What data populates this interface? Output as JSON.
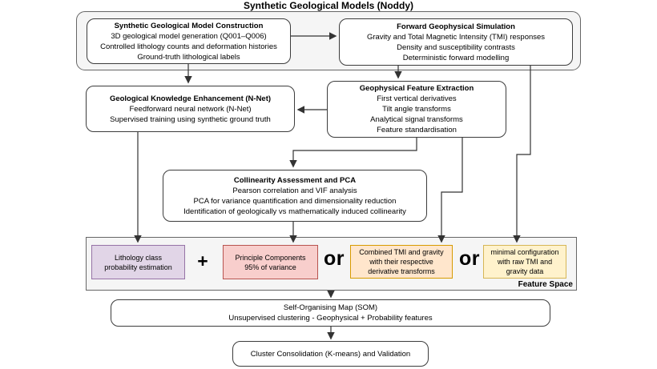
{
  "title": "Synthetic Geological Models (Noddy)",
  "boxes": {
    "construction": {
      "title": "Synthetic Geological Model Construction",
      "lines": [
        "3D geological model generation (Q001–Q006)",
        "Controlled lithology counts and deformation histories",
        "Ground-truth lithological labels"
      ]
    },
    "forward": {
      "title": "Forward Geophysical Simulation",
      "lines": [
        "Gravity and Total Magnetic Intensity (TMI) responses",
        "Density and susceptibility contrasts",
        "Deterministic forward modelling"
      ]
    },
    "nnet": {
      "title": "Geological Knowledge Enhancement (N-Net)",
      "lines": [
        "Feedforward neural network (N-Net)",
        "Supervised training using synthetic ground truth"
      ]
    },
    "feature_extraction": {
      "title": "Geophysical Feature Extraction",
      "lines": [
        "First vertical derivatives",
        "Tilt angle transforms",
        "Analytical signal transforms",
        "Feature standardisation"
      ]
    },
    "collinearity": {
      "title": "Collinearity Assessment and PCA",
      "lines": [
        "Pearson correlation and VIF analysis",
        "PCA for variance quantification and dimensionality reduction",
        "Identification of geologically vs mathematically induced collinearity"
      ]
    },
    "som": {
      "lines": [
        "Self-Organising Map (SOM)",
        "Unsupervised clustering - Geophysical + Probability features"
      ]
    },
    "cluster": {
      "label": "Cluster Consolidation (K-means) and Validation"
    }
  },
  "feature_space": {
    "label": "Feature Space",
    "operators": {
      "plus": "+",
      "or1": "or",
      "or2": "or"
    },
    "items": [
      {
        "name": "lithology-probability",
        "lines": [
          "Lithology class",
          "probability estimation"
        ]
      },
      {
        "name": "principal-components",
        "lines": [
          "Principle Components",
          "95% of variance"
        ]
      },
      {
        "name": "combined-tmi-gravity",
        "lines": [
          "Combined TMI and gravity",
          "with their respective",
          "derivative transforms"
        ]
      },
      {
        "name": "minimal-configuration",
        "lines": [
          "minimal configuration",
          "with raw TMI and",
          "gravity data"
        ]
      }
    ]
  },
  "palette": {
    "container_fill": "#f5f5f5",
    "container_stroke": "#666666",
    "node_stroke": "#3c3c3c",
    "purple_fill": "#e1d5e7",
    "purple_stroke": "#9673a6",
    "pink_fill": "#f8cecc",
    "pink_stroke": "#b85450",
    "orange_fill": "#ffe6cc",
    "orange_stroke": "#d79b00",
    "yellow_fill": "#fff2cc",
    "yellow_stroke": "#d6b656",
    "arrow": "#333333"
  }
}
